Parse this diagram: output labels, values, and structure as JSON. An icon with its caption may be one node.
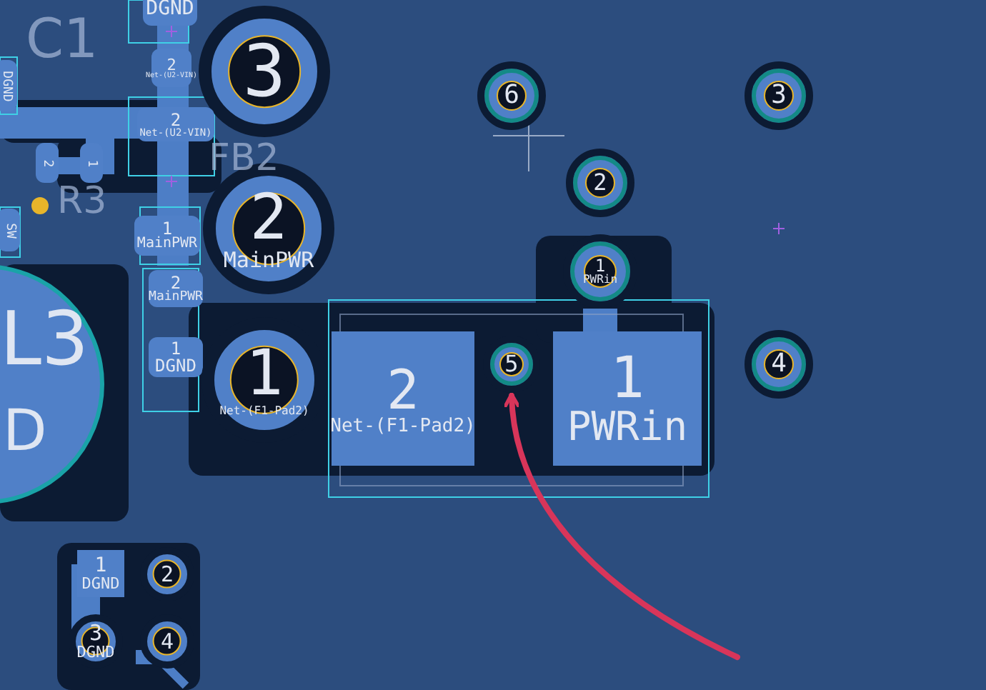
{
  "diagram": {
    "nodes": [
      {
        "text": [
          "DGND"
        ]
      },
      {
        "text": [
          "2",
          "Net-(U2-VIN)"
        ]
      },
      {
        "text": [
          "3"
        ]
      },
      {
        "text": [
          "2",
          "Net-(U2-VIN)"
        ]
      },
      {
        "text": [
          "1",
          "MainPWR"
        ]
      },
      {
        "text": [
          "2",
          "MainPWR"
        ]
      },
      {
        "text": [
          "2",
          "MainPWR"
        ]
      },
      {
        "text": [
          "1",
          "DGND"
        ]
      },
      {
        "text": [
          "1",
          "Net-(F1-Pad2)"
        ]
      },
      {
        "text": [
          "2",
          "Net-(F1-Pad2)"
        ]
      },
      {
        "text": [
          "5"
        ]
      },
      {
        "text": [
          "1",
          "PWRin"
        ]
      },
      {
        "text": [
          "1",
          "PWRin"
        ]
      },
      {
        "text": [
          "6"
        ]
      },
      {
        "text": [
          "3"
        ]
      },
      {
        "text": [
          "2"
        ]
      },
      {
        "text": [
          "4"
        ]
      },
      {
        "text": [],
        "shape": "circle"
      },
      {
        "text": [
          "1",
          "DGND"
        ]
      },
      {
        "text": [
          "2"
        ]
      },
      {
        "text": [
          "3",
          "DGND"
        ]
      },
      {
        "text": [
          "4"
        ]
      },
      {
        "text": [
          "2"
        ]
      },
      {
        "text": [
          "1"
        ]
      },
      {
        "text": [
          "DGND"
        ]
      },
      {
        "text": [
          "SW"
        ]
      }
    ],
    "edges": [
      {
        "from": null,
        "to": 10,
        "arrow": "to",
        "color": "#d8355a"
      }
    ],
    "labels": [
      "C1",
      "FB2",
      "R3",
      "L3",
      "D"
    ]
  }
}
